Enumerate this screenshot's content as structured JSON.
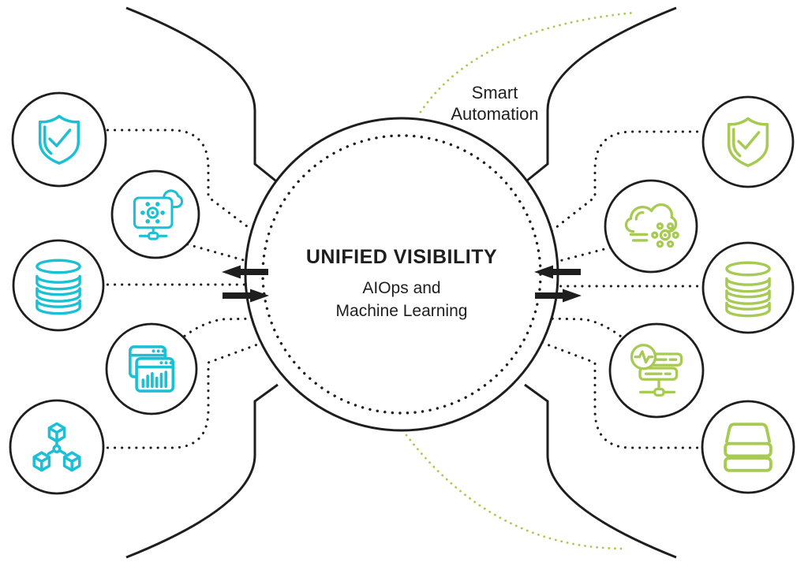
{
  "center": {
    "title": "UNIFIED VISIBILITY",
    "subtitle_line1": "AIOps and",
    "subtitle_line2": "Machine Learning"
  },
  "annotation": {
    "line1": "Smart",
    "line2": "Automation"
  },
  "colors": {
    "ink": "#1e1e1e",
    "cyan": "#1cc0d5",
    "green": "#a7ca52"
  },
  "left_nodes": [
    {
      "icon": "shield-check-icon"
    },
    {
      "icon": "ai-network-monitor-icon"
    },
    {
      "icon": "database-icon"
    },
    {
      "icon": "browser-windows-chart-icon"
    },
    {
      "icon": "linked-cubes-icon"
    }
  ],
  "right_nodes": [
    {
      "icon": "shield-check-icon"
    },
    {
      "icon": "cloud-automation-icon"
    },
    {
      "icon": "database-icon"
    },
    {
      "icon": "server-monitoring-icon"
    },
    {
      "icon": "storage-stack-icon"
    }
  ]
}
